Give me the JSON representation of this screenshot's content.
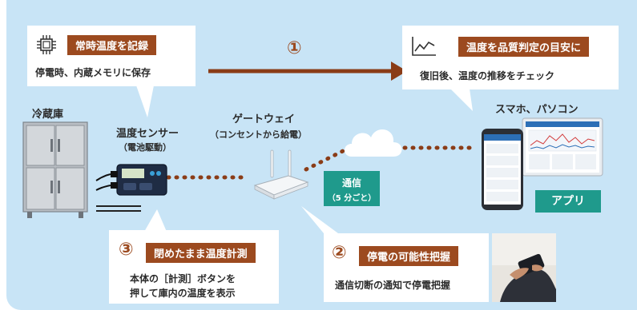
{
  "callouts": {
    "record": {
      "title": "常時温度を記録",
      "text": "停電時、内蔵メモリに保存"
    },
    "quality": {
      "title": "温度を品質判定の目安に",
      "text": "復旧後、温度の推移をチェック"
    },
    "closed": {
      "number": "③",
      "title": "閉めたまま温度計測",
      "line1": "本体の［計測］ボタンを",
      "line2": "押して庫内の温度を表示"
    },
    "outage": {
      "number": "②",
      "title": "停電の可能性把握",
      "text": "通信切断の通知で停電把握"
    }
  },
  "arrow": {
    "number": "①"
  },
  "labels": {
    "fridge": "冷蔵庫",
    "sensor_line1": "温度センサー",
    "sensor_line2": "（電池駆動）",
    "gateway_line1": "ゲートウェイ",
    "gateway_line2": "（コンセントから給電）",
    "devices": "スマホ、パソコン",
    "comm_line1": "通信",
    "comm_line2": "（5 分ごと）",
    "app": "アプリ"
  },
  "colors": {
    "background": "#c8e4f6",
    "accent_brown": "#9c4a1f",
    "teal": "#1f9a8c",
    "dotted_line": "#8a3c17"
  },
  "icons": [
    "chip-icon",
    "line-chart-icon",
    "cloud-icon",
    "router-icon",
    "sensor-icon",
    "refrigerator-icon",
    "phone-icon",
    "laptop-icon",
    "hand-phone-photo"
  ]
}
